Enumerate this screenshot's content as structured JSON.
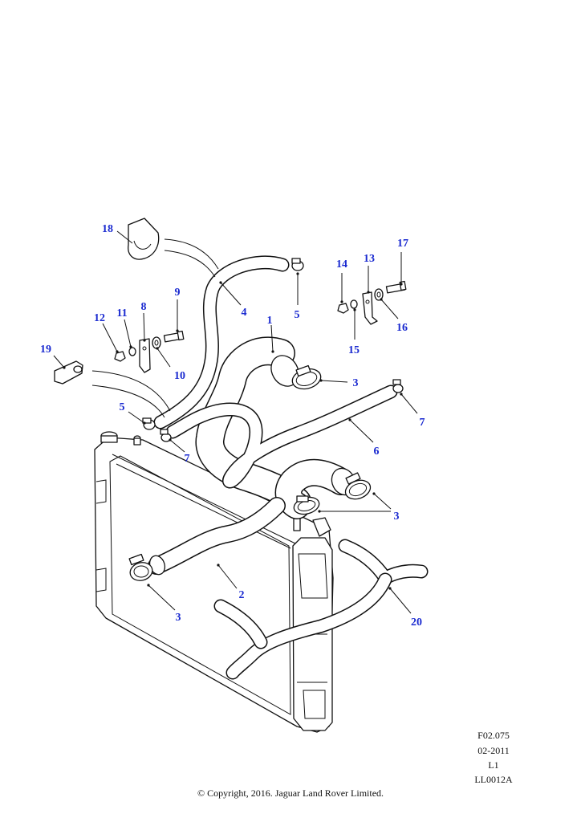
{
  "callouts": {
    "c1": "1",
    "c2": "2",
    "c3a": "3",
    "c3b": "3",
    "c3c": "3",
    "c4": "4",
    "c5a": "5",
    "c5b": "5",
    "c6": "6",
    "c7a": "7",
    "c7b": "7",
    "c8": "8",
    "c9": "9",
    "c10": "10",
    "c11": "11",
    "c12": "12",
    "c13": "13",
    "c14": "14",
    "c15": "15",
    "c16": "16",
    "c17": "17",
    "c18": "18",
    "c19": "19",
    "c20": "20"
  },
  "reference": {
    "code": "F02.075",
    "date": "02-2011",
    "level": "L1",
    "illustration": "LL0012A"
  },
  "copyright": "© Copyright, 2016. Jaguar Land Rover Limited.",
  "colors": {
    "callout": "#1a2ad0",
    "line": "#111111",
    "background": "#ffffff"
  }
}
